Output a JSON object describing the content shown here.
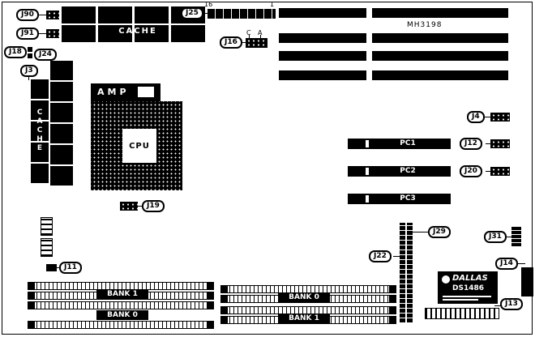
{
  "board": {
    "model": "MH3198"
  },
  "callouts": {
    "j90": "J90",
    "j91": "J91",
    "j18": "J18",
    "j24": "J24",
    "j3": "J3",
    "j25": "J25",
    "j16": "J16",
    "j19": "J19",
    "j4": "J4",
    "j12": "J12",
    "j20": "J20",
    "j29": "J29",
    "j31": "J31",
    "j22": "J22",
    "j14": "J14",
    "j13": "J13",
    "j11": "J11"
  },
  "pin_marks": {
    "p16": "16",
    "p1": "1",
    "c": "C",
    "a": "A"
  },
  "chips": {
    "cache_top": "CACHE",
    "cache_left": "CACHE",
    "amp": "AMP",
    "cpu": "CPU",
    "dallas_brand": "DALLAS",
    "dallas_part": "DS1486"
  },
  "slots": {
    "pc1": "PC1",
    "pc2": "PC2",
    "pc3": "PC3",
    "bank_left_top": "BANK 1",
    "bank_left_bottom": "BANK 0",
    "bank_right_top": "BANK 0",
    "bank_right_bottom": "BANK 1"
  }
}
